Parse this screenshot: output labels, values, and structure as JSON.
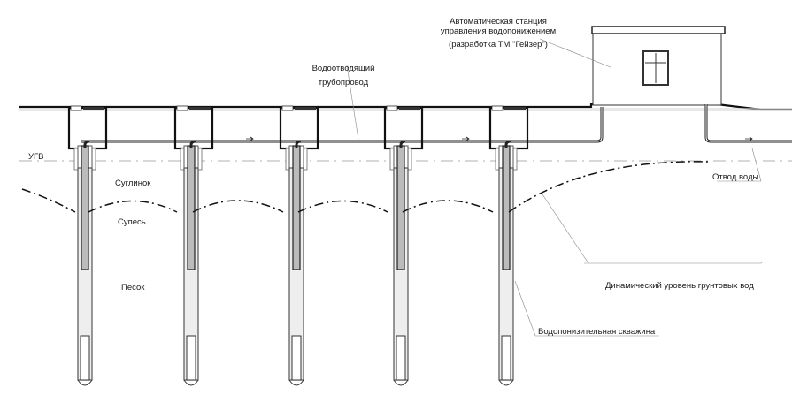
{
  "labels": {
    "station_line1": "Автоматическая станция",
    "station_line2": "управления водопонижением",
    "station_line3": "(разработка ТМ \"Гейзер\")",
    "pipeline_line1": "Водоотводящий",
    "pipeline_line2": "трубопровод",
    "ugv": "УГВ",
    "loam": "Суглинок",
    "sandy_loam": "Супесь",
    "sand": "Песок",
    "water_outlet": "Отвод воды",
    "dynamic_level": "Динамический уровень грунтовых вод",
    "well": "Водопонизительная скважина"
  },
  "wells_count": 5,
  "colors": {
    "ink": "#1a1a1a",
    "paper": "#ffffff"
  }
}
